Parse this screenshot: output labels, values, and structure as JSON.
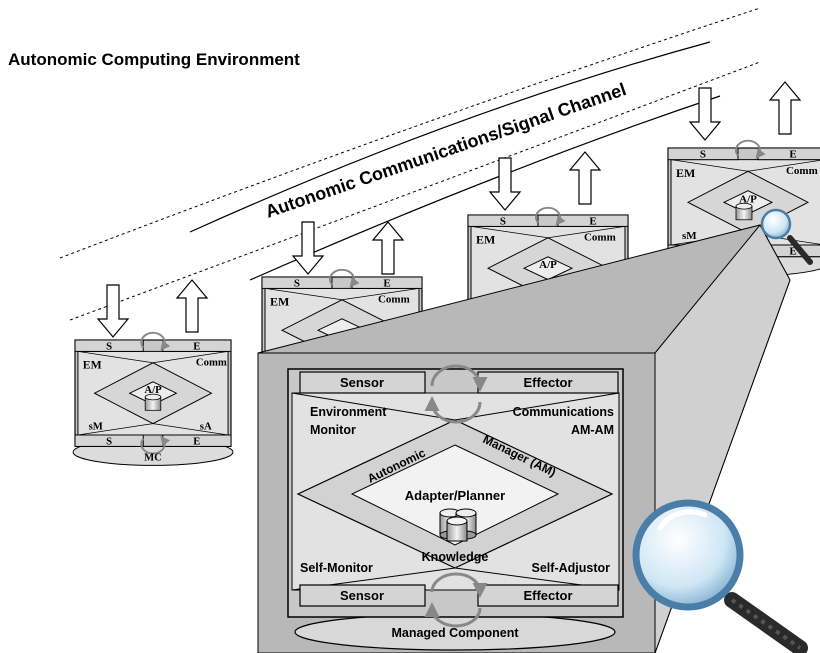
{
  "title": "Autonomic Computing Environment",
  "channel_label": "Autonomic Communications/Signal Channel",
  "small_element": {
    "sensor": "S",
    "effector": "E",
    "environment_monitor": "EM",
    "communications": "Comm",
    "adapter_planner": "A/P",
    "self_monitor": "sM",
    "self_adjustor": "sA",
    "managed_component": "MC"
  },
  "large_element": {
    "sensor_top": "Sensor",
    "effector_top": "Effector",
    "environment_monitor": "Environment Monitor",
    "communications": "Communications",
    "am_am": "AM-AM",
    "autonomic": "Autonomic",
    "manager_am": "Manager (AM)",
    "adapter_planner": "Adapter/Planner",
    "knowledge": "Knowledge",
    "self_monitor": "Self-Monitor",
    "self_adjustor": "Self-Adjustor",
    "sensor_bottom": "Sensor",
    "effector_bottom": "Effector",
    "managed_component": "Managed Component"
  },
  "icons": [
    "magnifying-glass-icon",
    "knowledge-database-icon",
    "up-arrow-icon",
    "down-arrow-icon",
    "cycle-arrows-icon"
  ],
  "colors": {
    "panel_gray": "#c8c8c8",
    "inner_gray": "#e2e2e2",
    "bar_gray": "#d4d4d4",
    "outline": "#000000",
    "magnifier_handle": "#2a2a2a",
    "magnifier_lens": "#cfe6f5"
  }
}
